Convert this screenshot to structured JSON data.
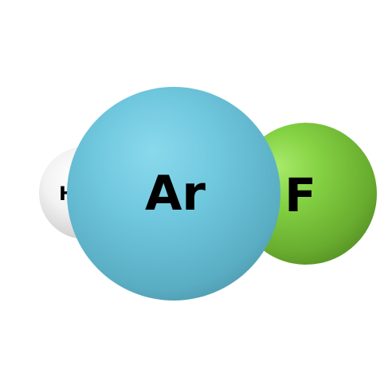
{
  "molecule": {
    "atoms": [
      {
        "symbol": "H",
        "color": "#ffffff"
      },
      {
        "symbol": "Ar",
        "color": "#6cc7dd"
      },
      {
        "symbol": "F",
        "color": "#7ecf3a"
      }
    ],
    "label_color": "#000000",
    "background": "#ffffff"
  }
}
